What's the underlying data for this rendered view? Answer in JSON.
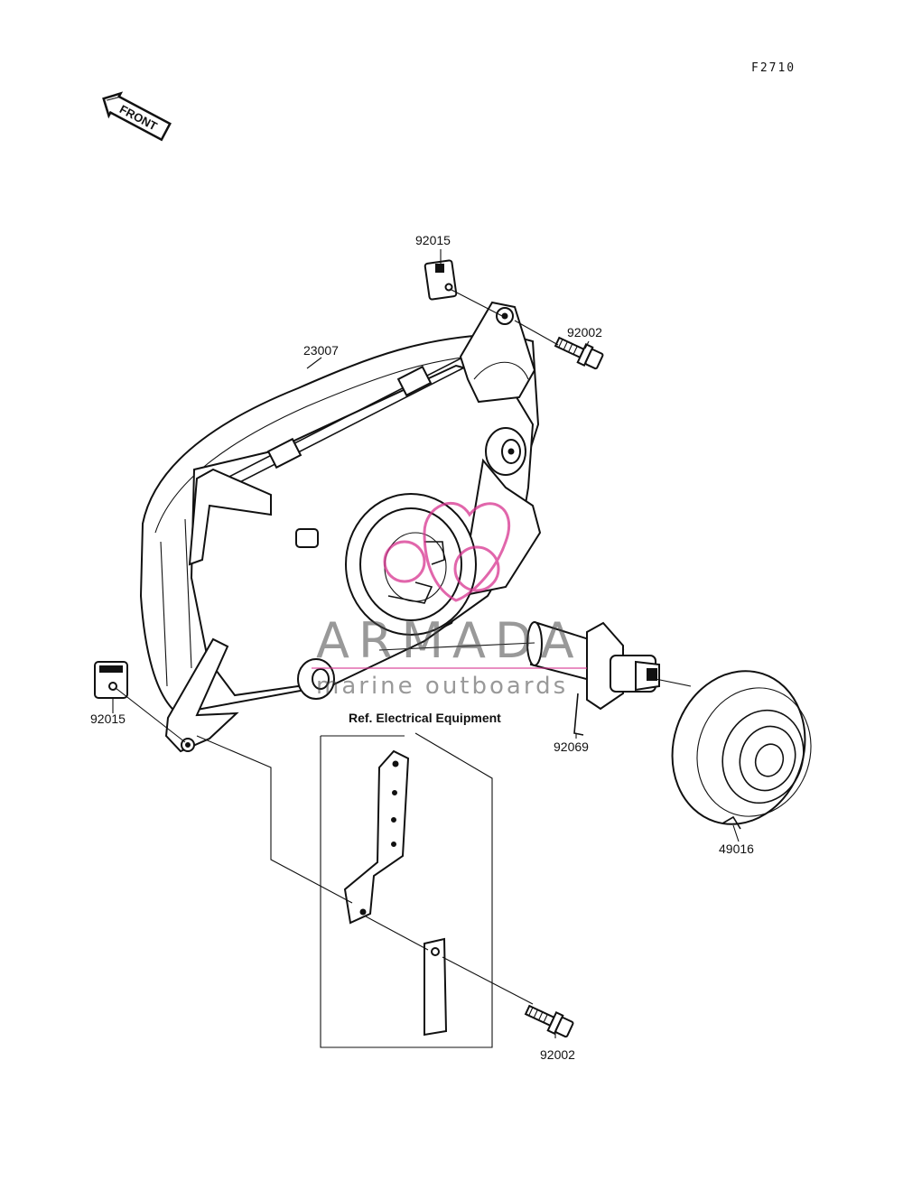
{
  "drawing_code": "F2710",
  "front_tag": "FRONT",
  "reference_note": "Ref. Electrical Equipment",
  "callouts": {
    "headlight_unit": "23007",
    "clip_upper": "92015",
    "clip_left": "92015",
    "bolt_upper": "92002",
    "bolt_lower": "92002",
    "bulb_socket": "92069",
    "dust_cover": "49016"
  },
  "watermark": {
    "brand": "ARMADA",
    "tagline": "marine outboards",
    "accent_color": "#d7338f"
  }
}
